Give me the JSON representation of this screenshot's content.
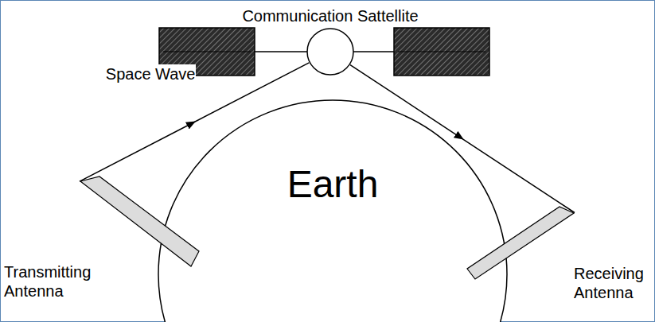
{
  "diagram": {
    "nodes": [
      {
        "text": [
          "Communication Sattellite"
        ]
      },
      {
        "text": [
          "Earth"
        ]
      },
      {
        "text": [
          "Transmitting Antenna"
        ]
      },
      {
        "text": [
          "Receiving Antenna"
        ]
      }
    ],
    "edges": [
      {
        "from": 2,
        "to": 0,
        "arrow": "to",
        "label": "Space Wave"
      },
      {
        "from": 0,
        "to": 3,
        "arrow": "to"
      }
    ]
  }
}
